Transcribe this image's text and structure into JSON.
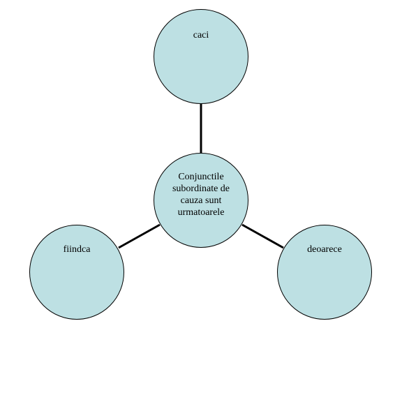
{
  "diagram": {
    "center": {
      "label": "Conjunctile subordinate de cauza sunt urmatoarele"
    },
    "top": {
      "label": "caci"
    },
    "left": {
      "label": "fiindca"
    },
    "right": {
      "label": "deoarece"
    }
  },
  "colors": {
    "node_fill": "#bde0e3",
    "node_border": "#000000",
    "connector": "#000000"
  }
}
